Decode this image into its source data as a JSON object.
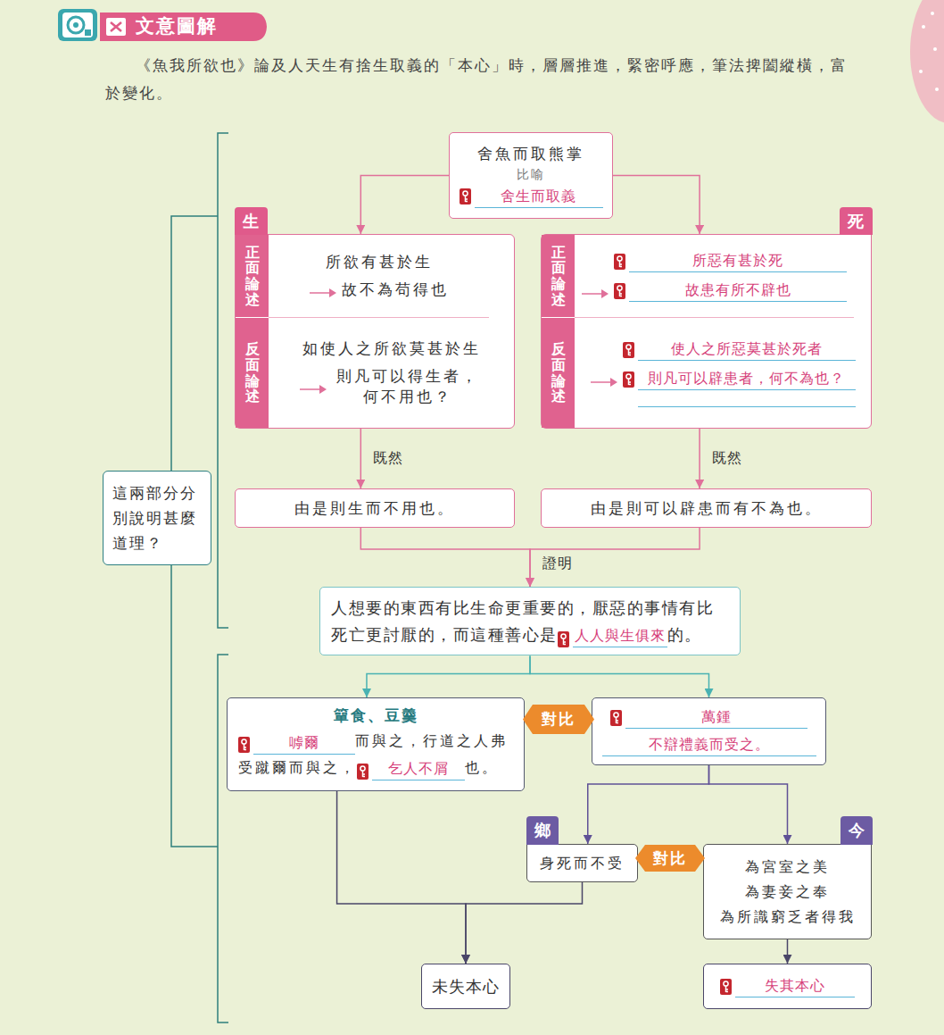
{
  "diagram": {
    "title": "文意圖解",
    "caption": "《魚我所欲也》論及人天生有捨生取義的「本心」時，層層推進，緊密呼應，筆法捭闔縱橫，富於變化。",
    "nodes": [
      {
        "text": [
          "舍魚而取熊掌",
          "比喻",
          "舍生而取義"
        ]
      },
      {
        "text": [
          "生"
        ]
      },
      {
        "text": [
          "正面論述",
          "所欲有甚於生",
          "故不為苟得也"
        ],
        "in": 1
      },
      {
        "text": [
          "反面論述",
          "如使人之所欲莫甚於生",
          "則凡可以得生者，何不用也？"
        ],
        "in": 1
      },
      {
        "text": [
          "死"
        ]
      },
      {
        "text": [
          "正面論述",
          "所惡有甚於死",
          "故患有所不辟也"
        ],
        "in": 4
      },
      {
        "text": [
          "反面論述",
          "使人之所惡莫甚於死者",
          "則凡可以辟患者，何不為也？"
        ],
        "in": 4
      },
      {
        "text": [
          "由是則生而不用也。"
        ]
      },
      {
        "text": [
          "由是則可以辟患而有不為也。"
        ]
      },
      {
        "text": [
          "人想要的東西有比生命更重要的，厭惡的事情有比死亡更討厭的，而這種善心是",
          "人人與生俱來",
          "的。"
        ]
      },
      {
        "text": [
          "這兩部分分別說明甚麼道理？"
        ]
      },
      {
        "text": [
          "簞食、豆羹",
          "嘑爾",
          "而與之，行道之人弗受蹴爾而與之，",
          "乞人不屑",
          "也。"
        ]
      },
      {
        "text": [
          "對比"
        ]
      },
      {
        "text": [
          "萬鍾",
          "不辯禮義而受之。"
        ]
      },
      {
        "text": [
          "鄉",
          "身死而不受"
        ]
      },
      {
        "text": [
          "對比"
        ]
      },
      {
        "text": [
          "今",
          "為宮室之美",
          "為妻妾之奉",
          "為所識窮乏者得我"
        ]
      },
      {
        "text": [
          "未失本心"
        ]
      },
      {
        "text": [
          "失其本心"
        ]
      }
    ],
    "edges": [
      {
        "from": 0,
        "to": 1,
        "arrow": "to"
      },
      {
        "from": 0,
        "to": 4,
        "arrow": "to"
      },
      {
        "from": 1,
        "to": 7,
        "label": "既然",
        "arrow": "to"
      },
      {
        "from": 4,
        "to": 8,
        "label": "既然",
        "arrow": "to"
      },
      {
        "from": 7,
        "to": 9,
        "label": "證明",
        "arrow": "to"
      },
      {
        "from": 8,
        "to": 9,
        "arrow": "to"
      },
      {
        "from": 9,
        "to": 11,
        "arrow": "to"
      },
      {
        "from": 9,
        "to": 13,
        "arrow": "to"
      },
      {
        "from": 13,
        "to": 14,
        "arrow": "to"
      },
      {
        "from": 13,
        "to": 16,
        "arrow": "to"
      },
      {
        "from": 11,
        "to": 17,
        "arrow": "to"
      },
      {
        "from": 14,
        "to": 17,
        "arrow": "to"
      },
      {
        "from": 16,
        "to": 18,
        "arrow": "to"
      }
    ]
  }
}
